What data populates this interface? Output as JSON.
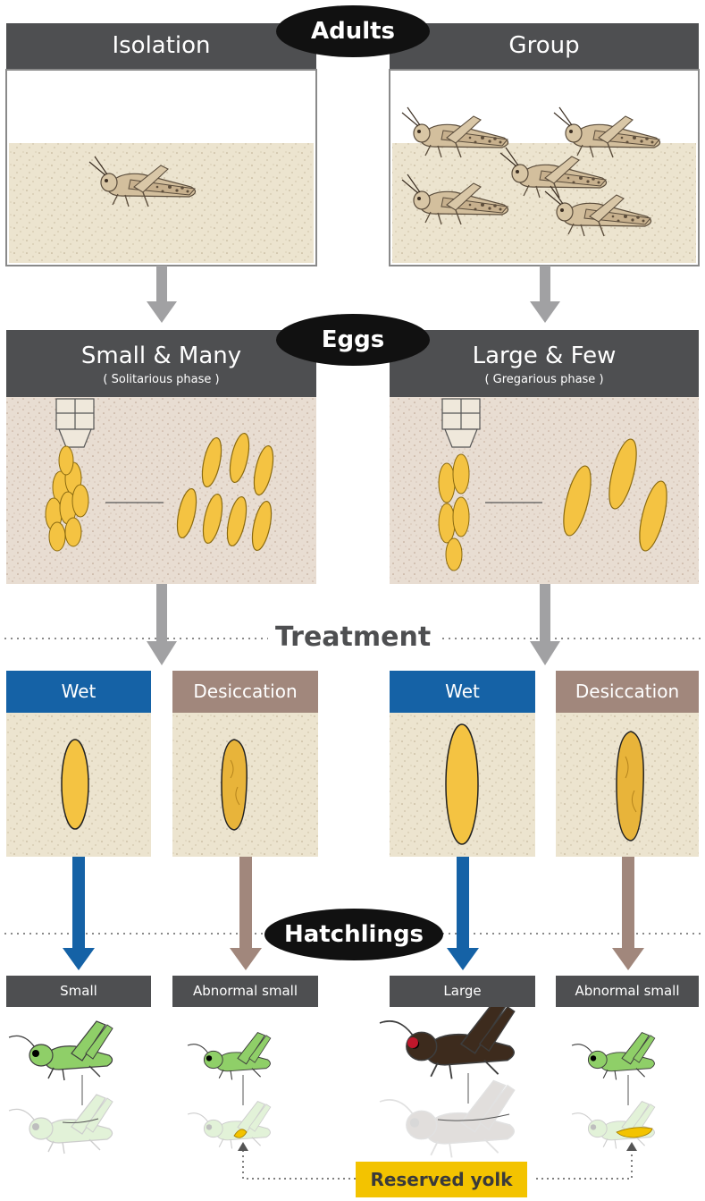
{
  "top": {
    "badge": "Adults",
    "left_title": "Isolation",
    "right_title": "Group"
  },
  "eggs": {
    "badge": "Eggs",
    "left": {
      "title": "Small & Many",
      "subtitle": "( Solitarious phase )"
    },
    "right": {
      "title": "Large & Few",
      "subtitle": "( Gregarious phase )"
    }
  },
  "treatment": {
    "label": "Treatment",
    "wet": "Wet",
    "desiccation": "Desiccation"
  },
  "hatchlings": {
    "badge": "Hatchlings",
    "results": [
      "Small",
      "Abnormal small",
      "Large",
      "Abnormal small"
    ]
  },
  "annotation": {
    "reserved_yolk": "Reserved yolk"
  },
  "colors": {
    "header": "#4e4f51",
    "wet": "#1562a6",
    "desiccation": "#a1877c",
    "arrow_gray": "#a1a1a3",
    "sand": "#ece4cf",
    "soil": "#e8ddd2",
    "egg": "#f4c342",
    "solitarious_hopper": "#8fcf68",
    "gregarious_hopper": "#3d2b1d",
    "yolk_label": "#f3c300"
  }
}
